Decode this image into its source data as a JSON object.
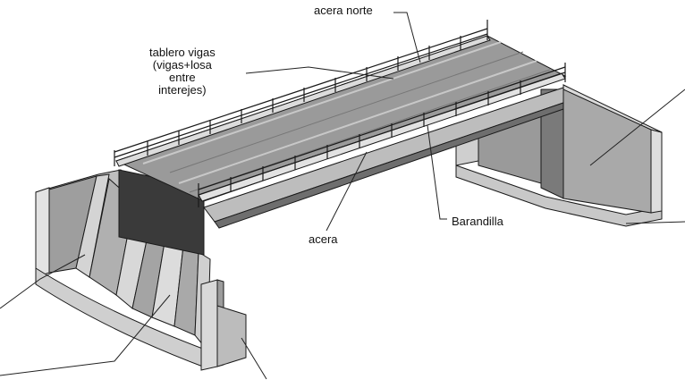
{
  "labels": {
    "acera_norte": "acera norte",
    "tablero_lines": [
      "tablero vigas",
      "(vigas+losa",
      "entre",
      "interejes)"
    ],
    "acera": "acera",
    "barandilla": "Barandilla"
  },
  "colors": {
    "deck_top": "#9a9a9a",
    "deck_dark": "#3a3a3a",
    "side_face": "#bdbdbd",
    "abutment_light": "#d6d6d6",
    "abutment_mid": "#a8a8a8",
    "abutment_dark": "#6a6a6a",
    "outline": "#1a1a1a",
    "leader": "#222222"
  }
}
